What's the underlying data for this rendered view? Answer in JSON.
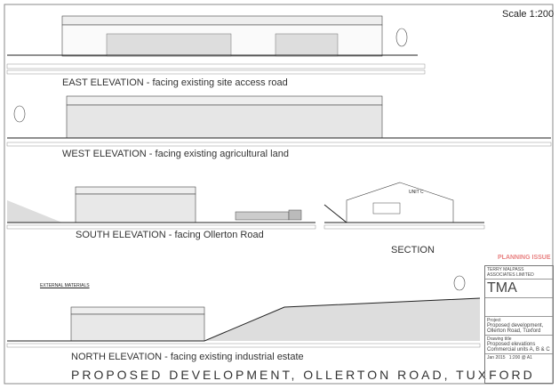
{
  "scale": "Scale  1:200",
  "elevations": {
    "east": "EAST  ELEVATION  -  facing existing site access road",
    "west": "WEST  ELEVATION  -  facing existing agricultural land",
    "south": "SOUTH  ELEVATION  -  facing Ollerton Road",
    "section": "SECTION",
    "north": "NORTH  ELEVATION  -  facing existing industrial estate"
  },
  "section_unit": "UNIT C",
  "materials_heading": "EXTERNAL  MATERIALS",
  "main_title": "PROPOSED  DEVELOPMENT,  OLLERTON  ROAD,  TUXFORD",
  "title_block": {
    "status": "PLANNING  ISSUE",
    "company": "TERRY MALPASS ASSOCIATES LIMITED",
    "logo": "TMA",
    "project_label": "Project",
    "project": "Proposed development, Ollerton Road, Tuxford",
    "drawing_label": "Drawing title",
    "drawing": "Proposed elevations Commercial units A, B & C",
    "date": "Jan 2015",
    "scale": "1:200 @ A1"
  },
  "colors": {
    "status": "#e88080",
    "line": "#333333",
    "ground": "#d8d8d8"
  }
}
